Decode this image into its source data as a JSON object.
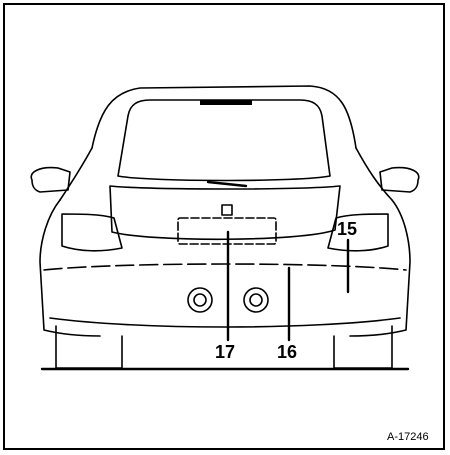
{
  "diagram": {
    "subject": "car-rear-view",
    "callouts": {
      "c15": "15",
      "c16": "16",
      "c17": "17"
    },
    "reference": "A-17246"
  }
}
